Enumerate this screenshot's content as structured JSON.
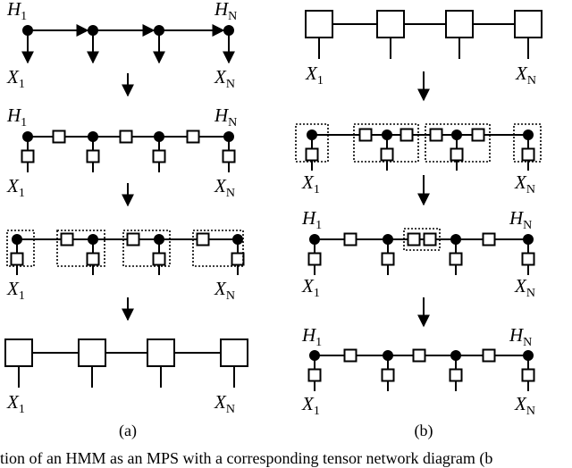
{
  "panels": {
    "a": {
      "caption": "(a)",
      "labels": {
        "h_first": "H",
        "h_first_sub": "1",
        "h_last": "H",
        "h_last_sub": "N",
        "x_first": "X",
        "x_first_sub": "1",
        "x_last": "X",
        "x_last_sub": "N"
      }
    },
    "b": {
      "caption": "(b)",
      "labels": {
        "h_first": "H",
        "h_first_sub": "1",
        "h_last": "H",
        "h_last_sub": "N",
        "x_first": "X",
        "x_first_sub": "1",
        "x_last": "X",
        "x_last_sub": "N"
      }
    }
  },
  "caption_line": "tion of an HMM as an MPS with a corresponding tensor network diagram (b"
}
